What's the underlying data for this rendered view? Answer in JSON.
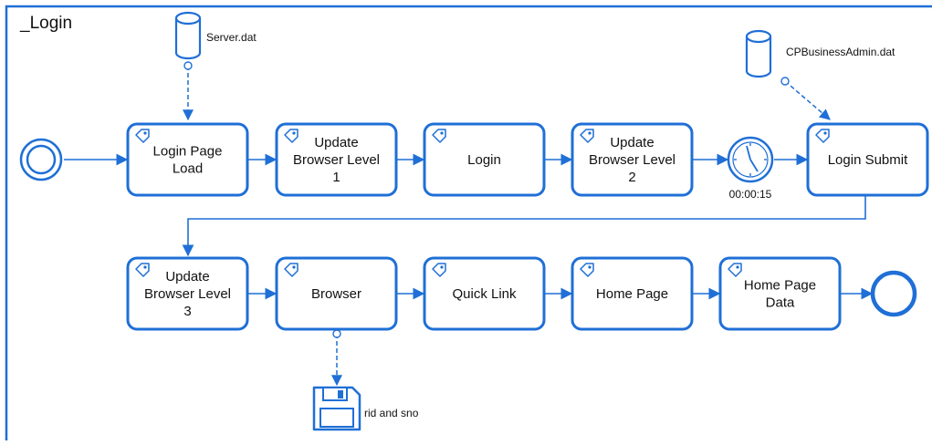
{
  "diagram": {
    "pool_title": "_Login",
    "colors": {
      "accent": "#1f6fd6",
      "text": "#111111",
      "background": "#ffffff"
    },
    "tasks": [
      {
        "id": "login-page-load",
        "lines": [
          "Login Page",
          "Load"
        ],
        "icon": "tag-icon"
      },
      {
        "id": "update-browser-level-1",
        "lines": [
          "Update",
          "Browser Level",
          "1"
        ],
        "icon": "tag-icon"
      },
      {
        "id": "login",
        "lines": [
          "Login"
        ],
        "icon": "tag-icon"
      },
      {
        "id": "update-browser-level-2",
        "lines": [
          "Update",
          "Browser Level",
          "2"
        ],
        "icon": "tag-icon"
      },
      {
        "id": "login-submit",
        "lines": [
          "Login Submit"
        ],
        "icon": "tag-icon"
      },
      {
        "id": "update-browser-level-3",
        "lines": [
          "Update",
          "Browser Level",
          "3"
        ],
        "icon": "tag-icon"
      },
      {
        "id": "browser",
        "lines": [
          "Browser"
        ],
        "icon": "tag-icon"
      },
      {
        "id": "quick-link",
        "lines": [
          "Quick Link"
        ],
        "icon": "tag-icon"
      },
      {
        "id": "home-page",
        "lines": [
          "Home Page"
        ],
        "icon": "tag-icon"
      },
      {
        "id": "home-page-data",
        "lines": [
          "Home Page",
          "Data"
        ],
        "icon": "tag-icon"
      }
    ],
    "data_stores": [
      {
        "id": "server-dat",
        "label": "Server.dat",
        "icon": "database-icon"
      },
      {
        "id": "cpbusinessadmin-dat",
        "label": "CPBusinessAdmin.dat",
        "icon": "database-icon"
      }
    ],
    "data_output": {
      "id": "rid-and-sno",
      "label": "rid and sno",
      "icon": "floppy-disk-icon"
    },
    "timer": {
      "label": "00:00:15",
      "icon": "clock-icon"
    },
    "start_event": {
      "icon": "start-event-icon"
    },
    "end_event": {
      "icon": "end-event-icon"
    }
  }
}
